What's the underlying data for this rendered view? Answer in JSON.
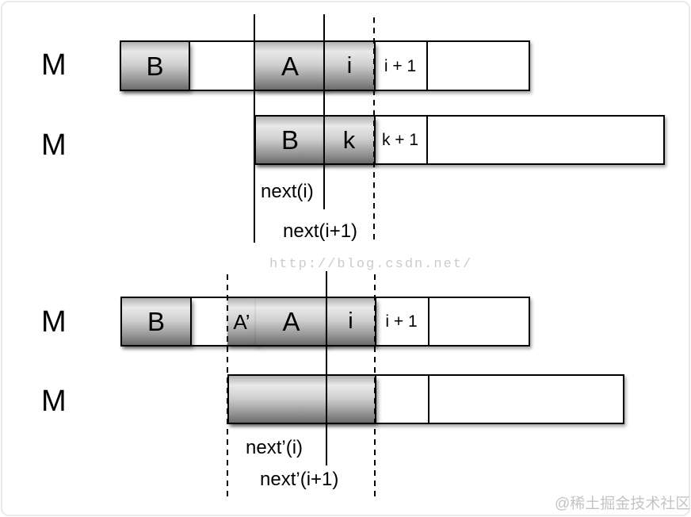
{
  "row_labels": [
    "M",
    "M",
    "M",
    "M"
  ],
  "rows": [
    {
      "cells": [
        "B",
        "",
        "A",
        "i",
        "i + 1",
        ""
      ]
    },
    {
      "cells": [
        "B",
        "k",
        "k + 1",
        ""
      ]
    },
    {
      "cells": [
        "B",
        "",
        "A’",
        "A",
        "i",
        "i + 1",
        ""
      ]
    },
    {
      "cells": [
        "",
        "",
        ""
      ]
    }
  ],
  "annotations": {
    "next_i": "next(i)",
    "next_i_plus_1": "next(i+1)",
    "next_prime_i": "next’(i)",
    "next_prime_i_plus_1": "next’(i+1)"
  },
  "watermarks": {
    "center": "http://blog.csdn.net/",
    "bottom_right": "@稀土掘金技术社区"
  },
  "colors": {
    "line": "#000000",
    "cell_gradient_top": "#e9e9e9",
    "cell_gradient_bottom": "#6b6b6b",
    "watermark_center": "#cbcbcb",
    "watermark_bottom_right": "#c4c4c4"
  }
}
